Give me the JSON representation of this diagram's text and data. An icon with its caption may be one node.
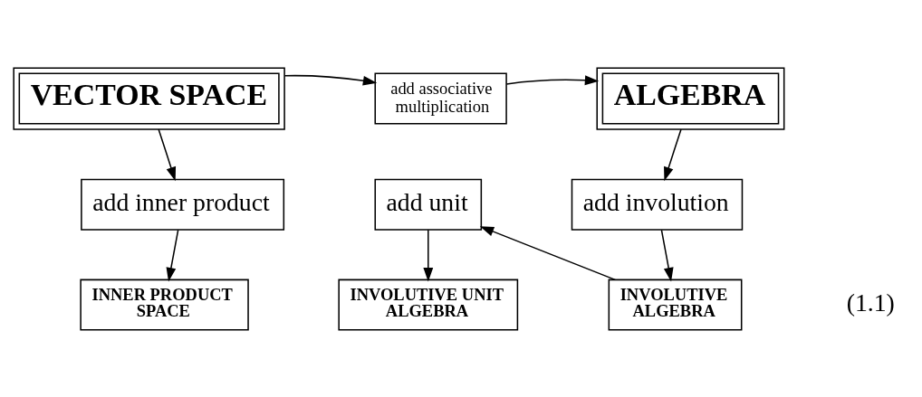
{
  "diagram": {
    "nodes": [
      {
        "text": [
          "VECTOR SPACE"
        ]
      },
      {
        "text": [
          "add associative multiplication"
        ]
      },
      {
        "text": [
          "ALGEBRA"
        ]
      },
      {
        "text": [
          "add inner product"
        ]
      },
      {
        "text": [
          "add unit"
        ]
      },
      {
        "text": [
          "add involution"
        ]
      },
      {
        "text": [
          "INNER PRODUCT SPACE"
        ]
      },
      {
        "text": [
          "INVOLUTIVE UNIT ALGEBRA"
        ]
      },
      {
        "text": [
          "INVOLUTIVE ALGEBRA"
        ]
      }
    ],
    "edges": [
      {
        "from": 0,
        "to": 1,
        "arrow": "to"
      },
      {
        "from": 1,
        "to": 2,
        "arrow": "to"
      },
      {
        "from": 0,
        "to": 3,
        "arrow": "to"
      },
      {
        "from": 2,
        "to": 5,
        "arrow": "to"
      },
      {
        "from": 3,
        "to": 6,
        "arrow": "to"
      },
      {
        "from": 4,
        "to": 7,
        "arrow": "to"
      },
      {
        "from": 8,
        "to": 4,
        "arrow": "to"
      },
      {
        "from": 5,
        "to": 8,
        "arrow": "to"
      }
    ],
    "labels": [
      "(1.1)"
    ]
  }
}
